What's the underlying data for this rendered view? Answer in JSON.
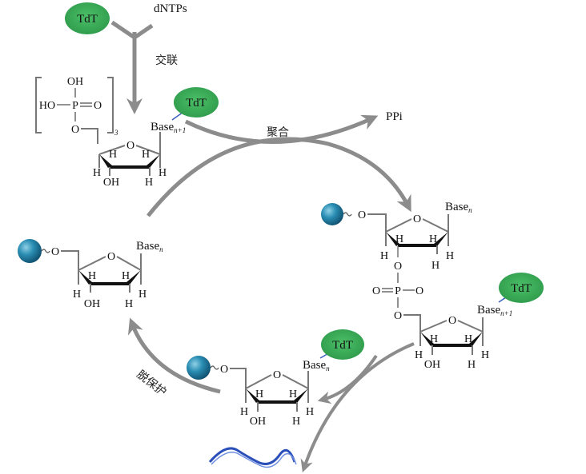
{
  "colors": {
    "enzyme": "#3aa656",
    "bead": "#1f7ca0",
    "arrow": "#8c8c8c",
    "linker": "#3b5fbf",
    "dna": "#2b4fb8"
  },
  "enzyme_label": "TdT",
  "top": {
    "reagent": "dNTPs",
    "step_label": "交联"
  },
  "phosphate": {
    "oh_top": "OH",
    "ho_left": "HO",
    "p": "P",
    "o_right": "O",
    "o_bottom": "O",
    "repeat": "3"
  },
  "sugar_atoms": {
    "ring_o": "O",
    "h": "H",
    "oh": "OH"
  },
  "base_labels": {
    "base": "Base",
    "sub_n": "n",
    "sub_n1": "n+1"
  },
  "steps": {
    "polymerize": "聚合",
    "byproduct": "PPi",
    "deprotect": "脱保护"
  },
  "linker_o": "O",
  "product_icon": "dna-helix-icon"
}
